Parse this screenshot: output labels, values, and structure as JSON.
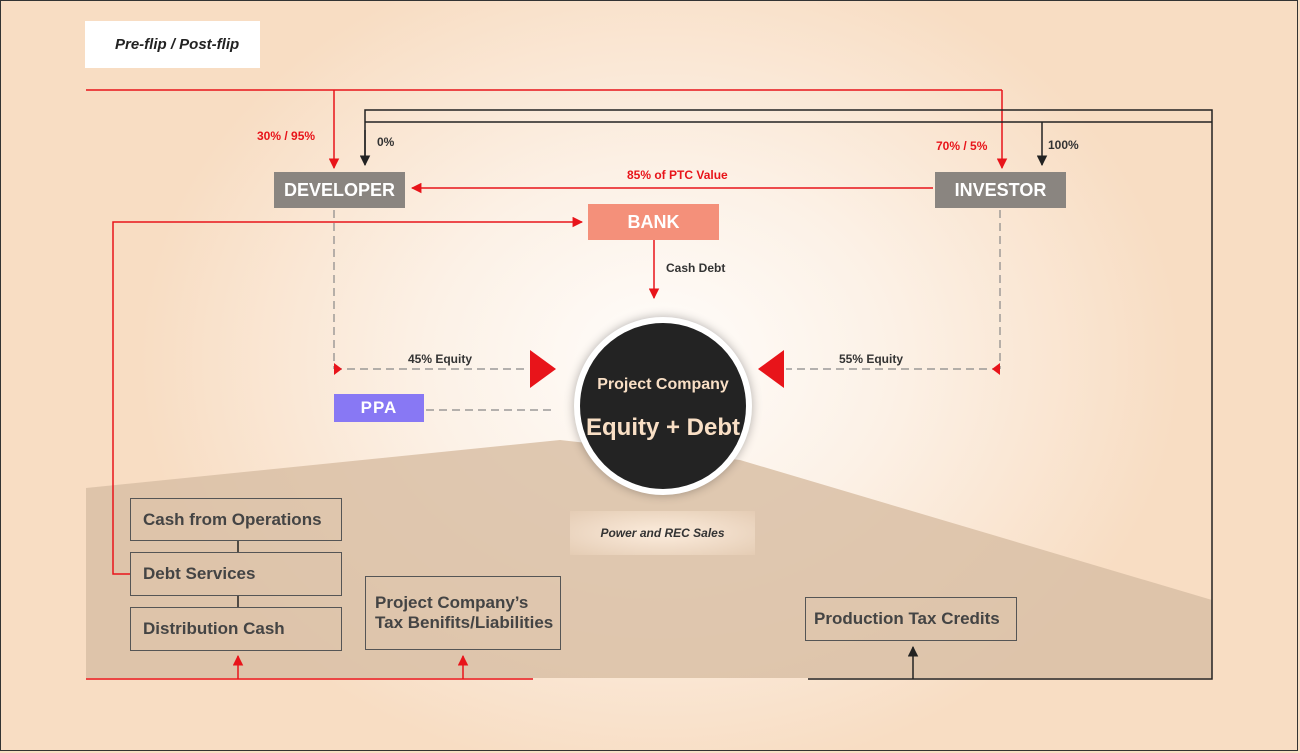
{
  "legend": "Pre-flip / Post-flip",
  "nodes": {
    "developer": "DEVELOPER",
    "investor": "INVESTOR",
    "bank": "BANK",
    "ppa": "PPA",
    "project_title": "Project Company",
    "project_subtitle": "Equity + Debt"
  },
  "labels": {
    "dev_share": "30% / 95%",
    "dev_tax": "0%",
    "inv_share": "70% / 5%",
    "inv_tax": "100%",
    "ptc_value": "85% of PTC Value",
    "cash_debt": "Cash Debt",
    "dev_equity": "45% Equity",
    "inv_equity": "55% Equity",
    "power_sales": "Power and REC Sales"
  },
  "bottom": {
    "cash_ops": "Cash from Operations",
    "debt_services": "Debt Services",
    "distribution": "Distribution Cash",
    "tax_benefits_line1": "Project Company’s",
    "tax_benefits_line2": "Tax Benifits/Liabilities",
    "ptc": "Production Tax Credits"
  },
  "colors": {
    "pre_flip": "#e8141a",
    "post_flip": "#222222",
    "node_gray": "#8a8580",
    "bank": "#f4907a",
    "ppa": "#8878f4"
  }
}
